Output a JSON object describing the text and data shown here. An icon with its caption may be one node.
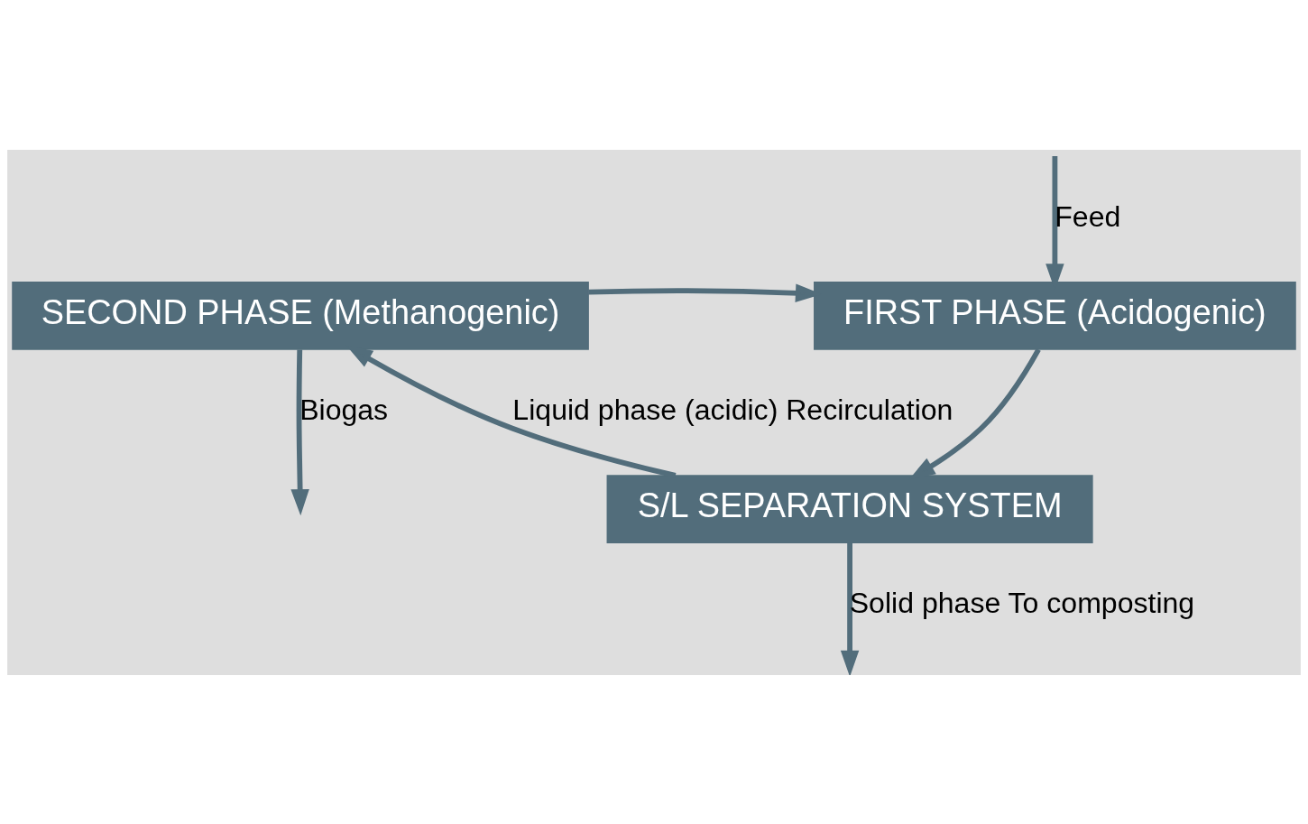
{
  "diagram": {
    "nodes": [
      {
        "text": [
          "FIRST PHASE (Acidogenic)"
        ]
      },
      {
        "text": [
          "SECOND PHASE (Methanogenic)"
        ]
      },
      {
        "text": [
          "S/L SEPARATION SYSTEM"
        ]
      }
    ],
    "edges": [
      {
        "from": null,
        "to": 0,
        "arrow": "to",
        "label": "Feed"
      },
      {
        "from": 1,
        "to": 0,
        "arrow": "to"
      },
      {
        "from": 1,
        "to": null,
        "arrow": "to",
        "label": "Biogas"
      },
      {
        "from": 0,
        "to": 2,
        "arrow": "to"
      },
      {
        "from": 2,
        "to": 1,
        "arrow": "to",
        "label": "Liquid phase (acidic) Recirculation"
      },
      {
        "from": 2,
        "to": null,
        "arrow": "to",
        "label": "Solid phase To composting"
      }
    ]
  }
}
